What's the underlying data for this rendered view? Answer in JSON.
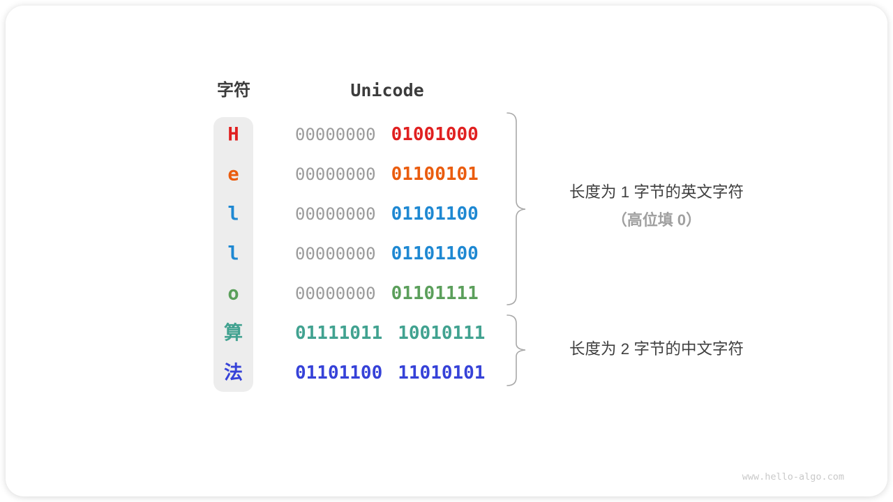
{
  "figure": {
    "headers": {
      "char": "字符",
      "encoding": "Unicode"
    },
    "rows": [
      {
        "char": "H",
        "high_byte": "00000000",
        "low_byte": "01001000",
        "color": "#e02020",
        "high_byte_colored": false
      },
      {
        "char": "e",
        "high_byte": "00000000",
        "low_byte": "01100101",
        "color": "#ea5c0e",
        "high_byte_colored": false
      },
      {
        "char": "l",
        "high_byte": "00000000",
        "low_byte": "01101100",
        "color": "#1e88d2",
        "high_byte_colored": false
      },
      {
        "char": "l",
        "high_byte": "00000000",
        "low_byte": "01101100",
        "color": "#1e88d2",
        "high_byte_colored": false
      },
      {
        "char": "o",
        "high_byte": "00000000",
        "low_byte": "01101111",
        "color": "#5b9f5b",
        "high_byte_colored": false
      },
      {
        "char": "算",
        "high_byte": "01111011",
        "low_byte": "10010111",
        "color": "#41a290",
        "high_byte_colored": true
      },
      {
        "char": "法",
        "high_byte": "01101100",
        "low_byte": "11010101",
        "color": "#3642d8",
        "high_byte_colored": true
      }
    ],
    "annotations": [
      {
        "line1": "长度为 1 字节的英文字符",
        "line2": "（高位填 0）"
      },
      {
        "line1": "长度为 2 字节的中文字符",
        "line2": ""
      }
    ],
    "watermark": "www.hello-algo.com",
    "colors": {
      "binary_gray": "#9b9b9b",
      "heading_text": "#3c3c3c",
      "annotation_text": "#3f3f3f",
      "annotation_muted": "#a0a0a0",
      "brace": "#a8a8a8",
      "char_column_bg": "#ededed",
      "watermark": "#c9c9c9"
    }
  }
}
